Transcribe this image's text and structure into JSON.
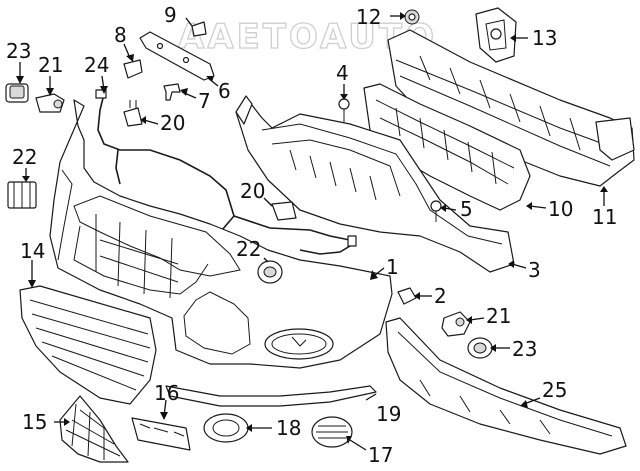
{
  "diagram": {
    "watermark": "AAETOAUTO",
    "callouts": [
      {
        "id": "callout-23-left",
        "text": "23"
      },
      {
        "id": "callout-21-left",
        "text": "21"
      },
      {
        "id": "callout-8",
        "text": "8"
      },
      {
        "id": "callout-9",
        "text": "9"
      },
      {
        "id": "callout-24",
        "text": "24"
      },
      {
        "id": "callout-6",
        "text": "6"
      },
      {
        "id": "callout-7",
        "text": "7"
      },
      {
        "id": "callout-4",
        "text": "4"
      },
      {
        "id": "callout-12",
        "text": "12"
      },
      {
        "id": "callout-13",
        "text": "13"
      },
      {
        "id": "callout-20-top",
        "text": "20"
      },
      {
        "id": "callout-22-left",
        "text": "22"
      },
      {
        "id": "callout-20-mid",
        "text": "20"
      },
      {
        "id": "callout-5",
        "text": "5"
      },
      {
        "id": "callout-10",
        "text": "10"
      },
      {
        "id": "callout-11",
        "text": "11"
      },
      {
        "id": "callout-14",
        "text": "14"
      },
      {
        "id": "callout-22-mid",
        "text": "22"
      },
      {
        "id": "callout-1",
        "text": "1"
      },
      {
        "id": "callout-3",
        "text": "3"
      },
      {
        "id": "callout-2",
        "text": "2"
      },
      {
        "id": "callout-21-right",
        "text": "21"
      },
      {
        "id": "callout-23-right",
        "text": "23"
      },
      {
        "id": "callout-16",
        "text": "16"
      },
      {
        "id": "callout-25",
        "text": "25"
      },
      {
        "id": "callout-15",
        "text": "15"
      },
      {
        "id": "callout-18",
        "text": "18"
      },
      {
        "id": "callout-19",
        "text": "19"
      },
      {
        "id": "callout-17",
        "text": "17"
      }
    ]
  }
}
